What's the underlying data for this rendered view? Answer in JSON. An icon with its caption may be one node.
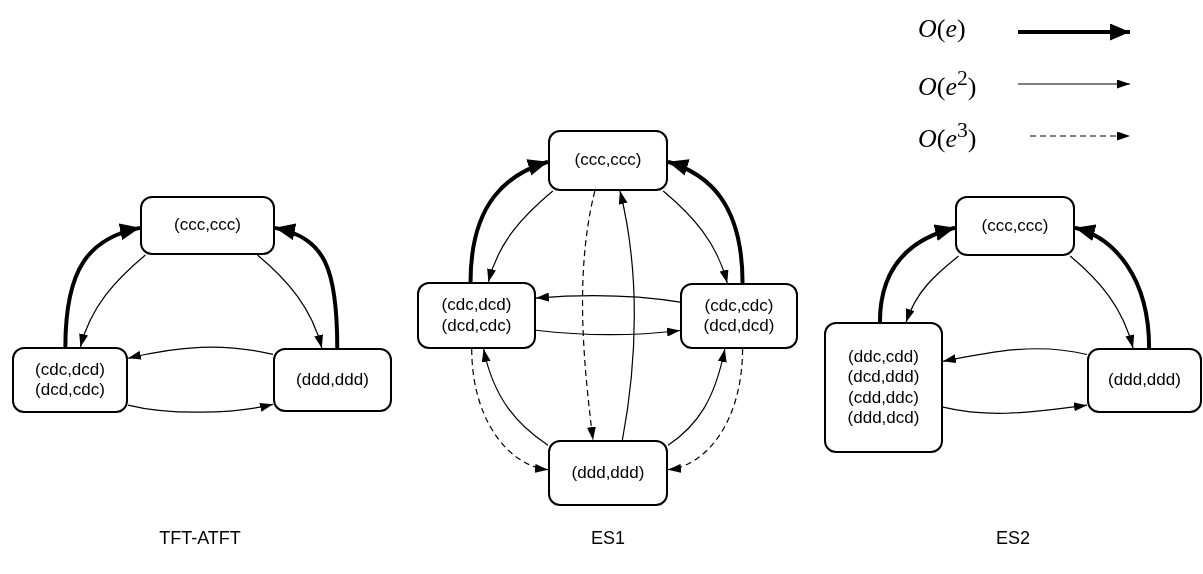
{
  "diagram": {
    "nodes": [
      {
        "text": [
          "(ccc,ccc)"
        ]
      },
      {
        "text": [
          "(cdc,dcd) (dcd,cdc)"
        ]
      },
      {
        "text": [
          "(ddd,ddd)"
        ]
      },
      {
        "text": [
          "(ccc,ccc)"
        ]
      },
      {
        "text": [
          "(cdc,dcd) (dcd,cdc)"
        ]
      },
      {
        "text": [
          "(cdc,cdc) (dcd,dcd)"
        ]
      },
      {
        "text": [
          "(ddd,ddd)"
        ]
      },
      {
        "text": [
          "(ccc,ccc)"
        ]
      },
      {
        "text": [
          "(ddc,cdd) (dcd,ddd) (cdd,ddc) (ddd,dcd)"
        ]
      },
      {
        "text": [
          "(ddd,ddd)"
        ]
      }
    ],
    "edges": [
      {
        "from": 1,
        "to": 0,
        "arrow": "to",
        "style": "thick"
      },
      {
        "from": 2,
        "to": 0,
        "arrow": "to",
        "style": "thick"
      },
      {
        "from": 0,
        "to": 1,
        "arrow": "to"
      },
      {
        "from": 0,
        "to": 2,
        "arrow": "to"
      },
      {
        "from": 2,
        "to": 1,
        "arrow": "to"
      },
      {
        "from": 1,
        "to": 2,
        "arrow": "to"
      },
      {
        "from": 4,
        "to": 3,
        "arrow": "to",
        "style": "thick"
      },
      {
        "from": 5,
        "to": 3,
        "arrow": "to",
        "style": "thick"
      },
      {
        "from": 3,
        "to": 4,
        "arrow": "to"
      },
      {
        "from": 3,
        "to": 5,
        "arrow": "to"
      },
      {
        "from": 5,
        "to": 4,
        "arrow": "to"
      },
      {
        "from": 4,
        "to": 5,
        "arrow": "to"
      },
      {
        "from": 3,
        "to": 6,
        "arrow": "to",
        "style": "dashed"
      },
      {
        "from": 6,
        "to": 3,
        "arrow": "to"
      },
      {
        "from": 6,
        "to": 4,
        "arrow": "to"
      },
      {
        "from": 6,
        "to": 5,
        "arrow": "to"
      },
      {
        "from": 4,
        "to": 6,
        "arrow": "to",
        "style": "dashed"
      },
      {
        "from": 5,
        "to": 6,
        "arrow": "to",
        "style": "dashed"
      },
      {
        "from": 8,
        "to": 7,
        "arrow": "to",
        "style": "thick"
      },
      {
        "from": 9,
        "to": 7,
        "arrow": "to",
        "style": "thick"
      },
      {
        "from": 7,
        "to": 8,
        "arrow": "to"
      },
      {
        "from": 7,
        "to": 9,
        "arrow": "to"
      },
      {
        "from": 9,
        "to": 8,
        "arrow": "to"
      },
      {
        "from": 8,
        "to": 9,
        "arrow": "to"
      }
    ],
    "labels": [
      "TFT-ATFT",
      "ES1",
      "ES2"
    ],
    "legend": [
      {
        "text": "*O*(*e*)"
      },
      {
        "text": "*O*(*e*$^{2}$)"
      },
      {
        "text": "*O*(*e*$^{3}$)"
      }
    ]
  }
}
